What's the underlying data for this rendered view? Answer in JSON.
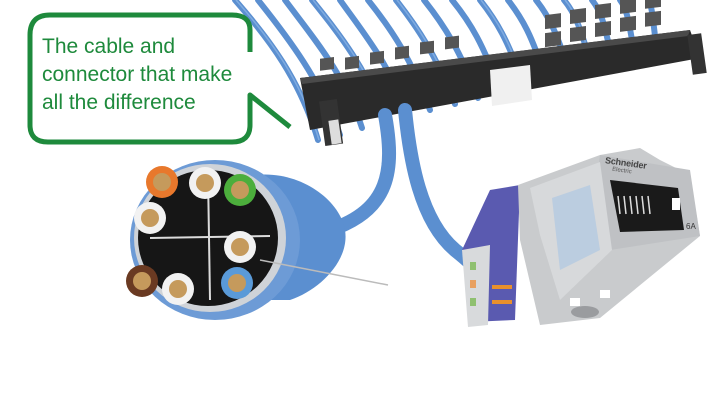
{
  "callout": {
    "lines": [
      "The cable and",
      "connector that make",
      "all the difference"
    ],
    "color": "#1e8a3c"
  },
  "product": {
    "brand_line1": "Schneider",
    "brand_line2": "Electric",
    "category_mark": "6A",
    "cable_color": "#5b8fd0",
    "panel_color": "#2b2b2b",
    "connector_color": "#c9cbcd",
    "wire_colors": [
      "#e8782c",
      "#f2f2f2",
      "#4cae3c",
      "#f2f2f2",
      "#f2f2f2",
      "#6a3a22",
      "#f2f2f2",
      "#5a9ad8"
    ]
  }
}
